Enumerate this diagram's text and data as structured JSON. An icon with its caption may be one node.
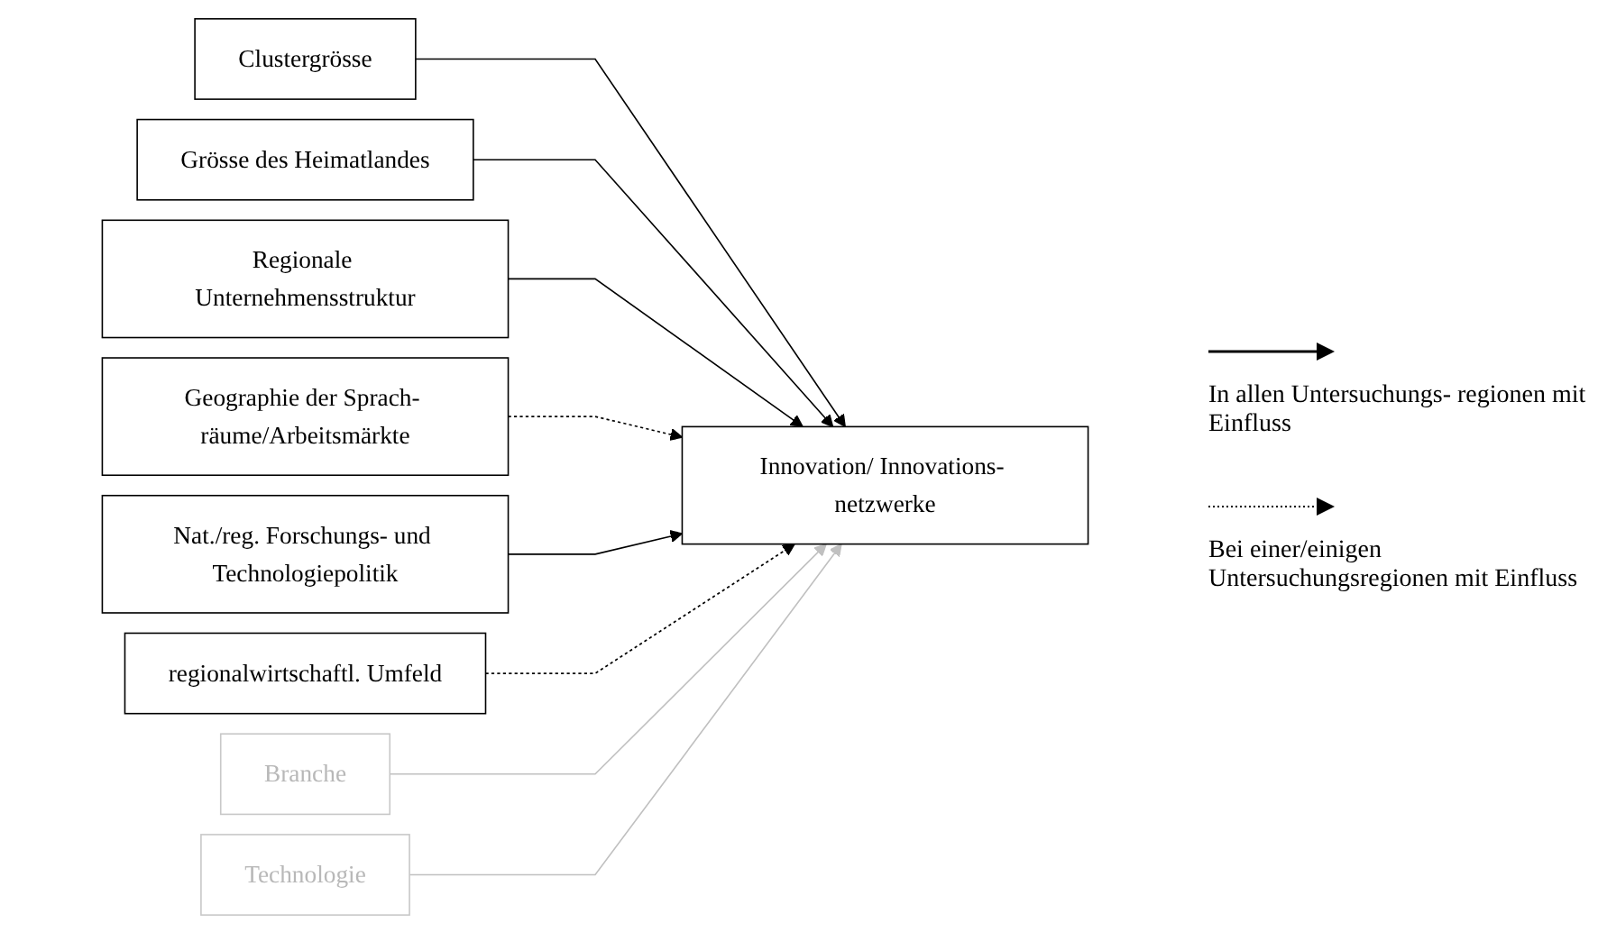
{
  "diagram": {
    "nodes": [
      {
        "text": [
          "Clustergrösse"
        ]
      },
      {
        "text": [
          "Grösse des Heimatlandes"
        ]
      },
      {
        "text": [
          "Regionale Unternehmensstruktur"
        ]
      },
      {
        "text": [
          "Geographie der Sprach- räume/Arbeitsmärkte"
        ]
      },
      {
        "text": [
          "Nat./reg. Forschungs- und Technologiepolitik"
        ]
      },
      {
        "text": [
          "regionalwirtschaftl. Umfeld"
        ]
      },
      {
        "text": [
          "Branche"
        ]
      },
      {
        "text": [
          "Innovation/ Innovations- netzwerke"
        ]
      },
      {
        "text": [
          "Technologie"
        ]
      }
    ],
    "edges": [
      {
        "from": 0,
        "to": 7,
        "arrow": "to"
      },
      {
        "from": 1,
        "to": 7,
        "arrow": "to"
      },
      {
        "from": 2,
        "to": 7,
        "arrow": "to"
      },
      {
        "from": 3,
        "to": 7,
        "arrow": "to",
        "style": "dashed"
      },
      {
        "from": 4,
        "to": 7,
        "arrow": "to"
      },
      {
        "from": 5,
        "to": 7,
        "arrow": "to",
        "style": "dashed"
      },
      {
        "from": 6,
        "to": 7,
        "arrow": "to",
        "color": "#c0c0c0"
      },
      {
        "from": 8,
        "to": 7,
        "arrow": "to",
        "color": "#c0c0c0"
      }
    ],
    "legend": [
      {
        "text": "In allen Untersuchungs- regionen mit Einfluss"
      },
      {
        "text": "Bei einer/einigen Untersuchungsregionen mit Einfluss"
      }
    ]
  }
}
